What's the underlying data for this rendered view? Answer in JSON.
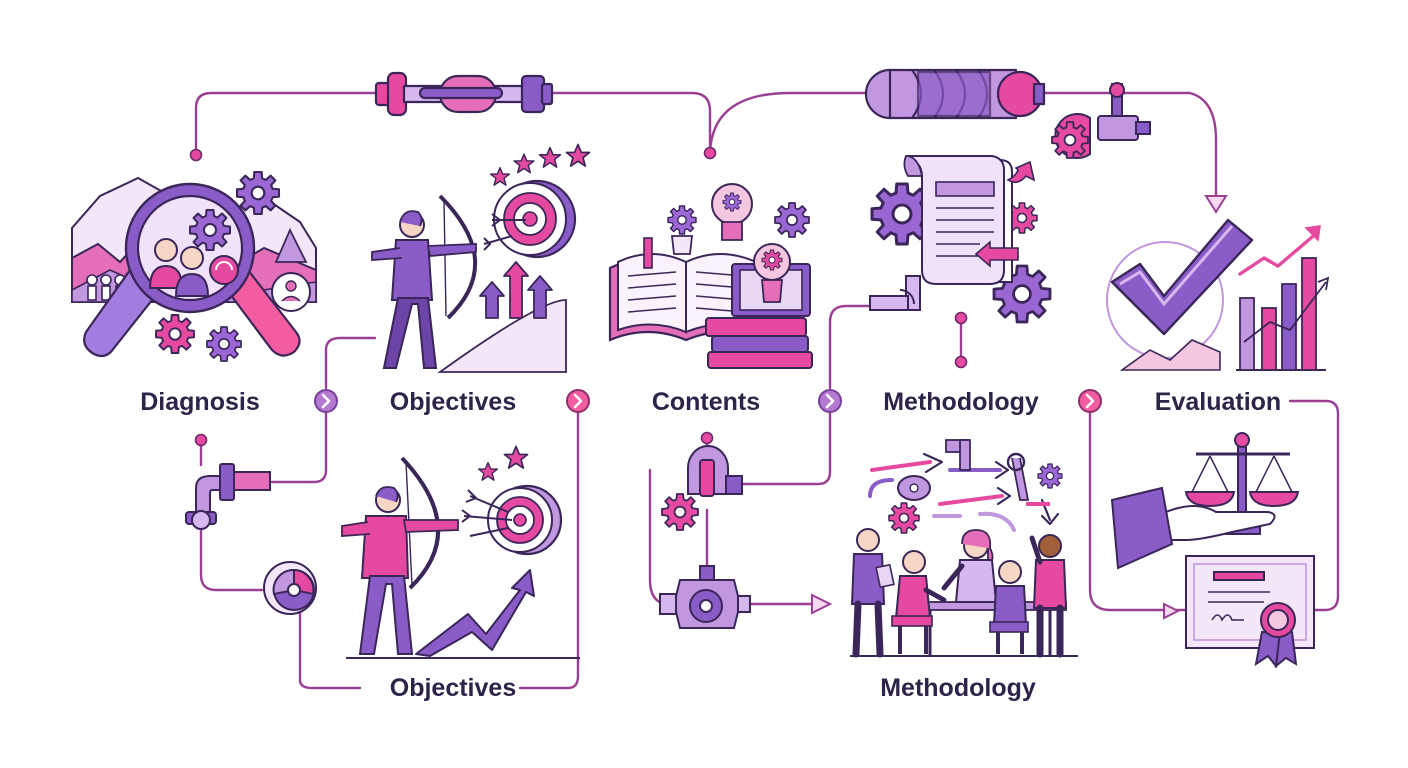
{
  "labels": {
    "diagnosis": "Diagnosis",
    "objectives_top": "Objectives",
    "contents": "Contents",
    "methodology_top": "Methodology",
    "evaluation": "Evaluation",
    "objectives_bottom": "Objectives",
    "methodology_bottom": "Methodology"
  },
  "colors": {
    "line": "#9b3f95",
    "outline": "#3b2659",
    "purple_dark": "#8a5cc8",
    "purple_light": "#d7b8ee",
    "pink": "#e64aa0",
    "pale": "#f4e7fa"
  },
  "icons": [
    "magnifier-icon",
    "gear-icon",
    "archer-icon",
    "target-icon",
    "star-icon",
    "book-icon",
    "lightbulb-icon",
    "laptop-icon",
    "document-scroll-icon",
    "checkmark-icon",
    "bar-chart-icon",
    "scales-icon",
    "hand-icon",
    "certificate-icon",
    "team-meeting-icon",
    "pipe-connector-icon",
    "valve-icon"
  ]
}
